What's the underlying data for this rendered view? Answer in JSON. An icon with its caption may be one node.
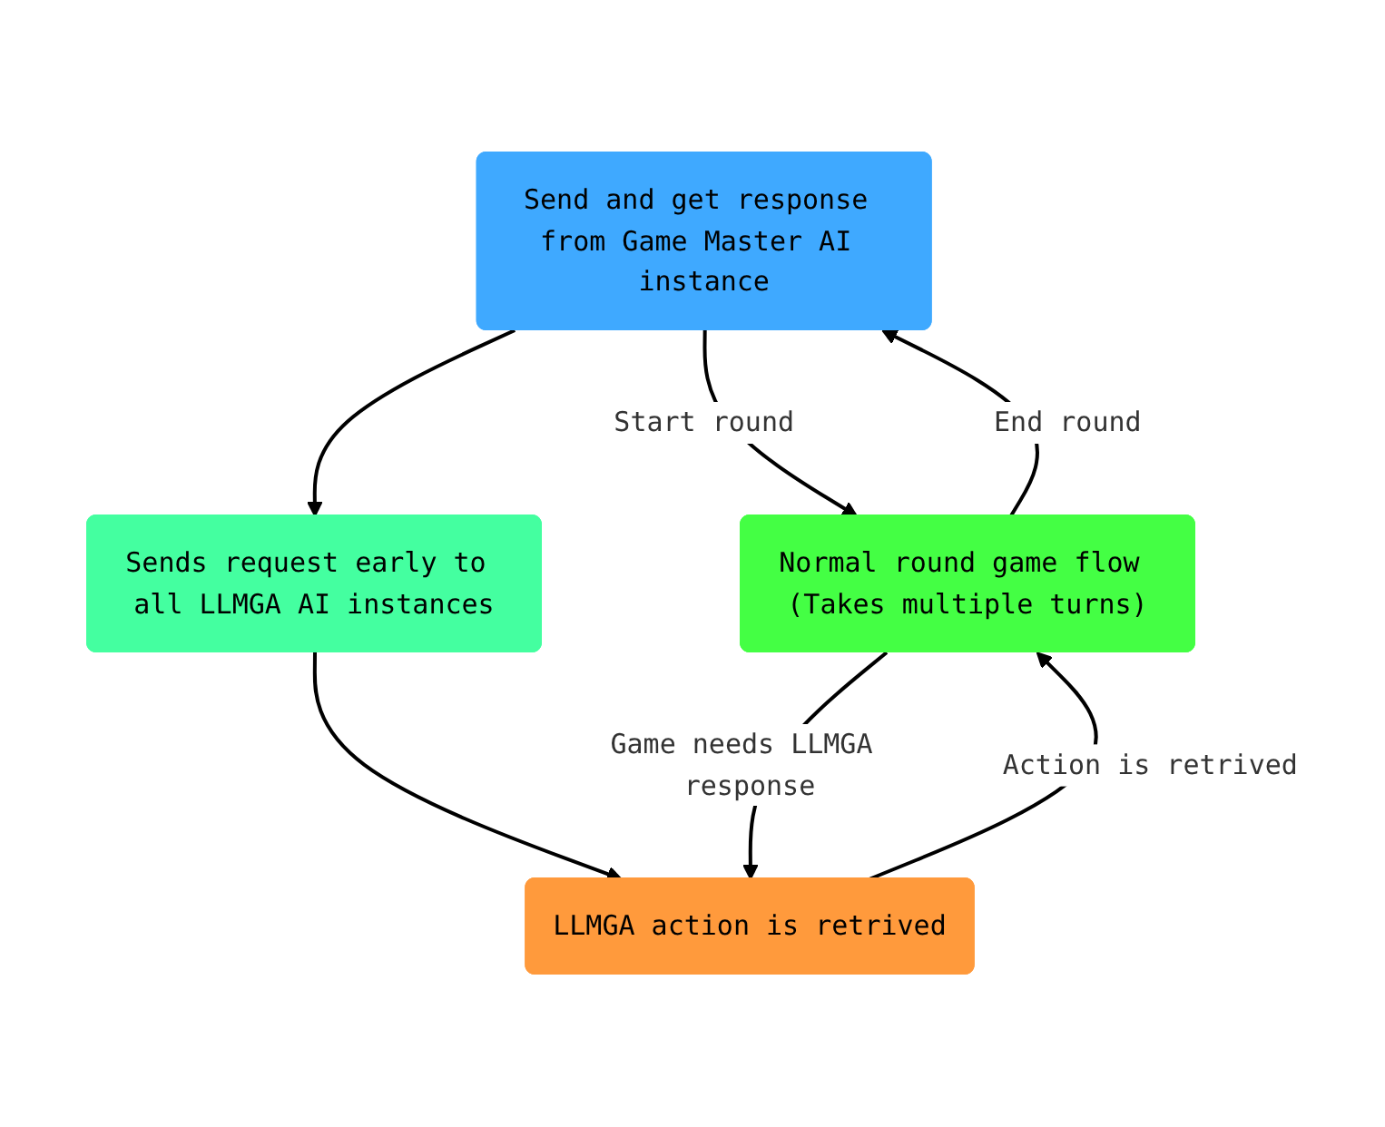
{
  "diagram": {
    "nodes": [
      {
        "text": [
          "Send and get response from Game Master AI instance"
        ]
      },
      {
        "text": [
          "Normal round game flow (Takes multiple turns)"
        ]
      },
      {
        "text": [
          "LLMGA action is retrived"
        ]
      },
      {
        "text": [
          "Sends request early to all LLMGA AI instances"
        ]
      }
    ],
    "edges": [
      {
        "from": 1,
        "to": 0,
        "arrow": "to",
        "label": "End round"
      },
      {
        "from": 0,
        "to": 1,
        "arrow": "to",
        "label": "Start round"
      },
      {
        "from": 0,
        "to": 3,
        "arrow": "to"
      },
      {
        "from": 3,
        "to": 2,
        "arrow": "to"
      },
      {
        "from": 2,
        "to": 1,
        "arrow": "to",
        "label": "Action is retrived"
      },
      {
        "from": 1,
        "to": 2,
        "arrow": "to",
        "label": "Game needs LLMGA response"
      }
    ]
  }
}
